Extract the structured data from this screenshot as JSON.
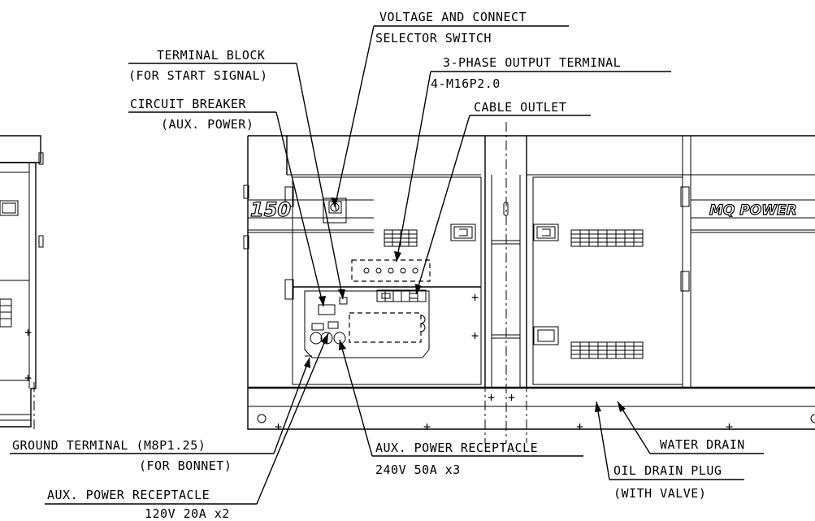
{
  "callouts": {
    "voltage_selector_line1": "VOLTAGE AND CONNECT",
    "voltage_selector_line2": "SELECTOR SWITCH",
    "terminal_block_line1": "TERMINAL BLOCK",
    "terminal_block_line2": "(FOR START SIGNAL)",
    "three_phase_line1": "3-PHASE OUTPUT TERMINAL",
    "three_phase_line2": "4-M16P2.0",
    "circuit_breaker_line1": "CIRCUIT BREAKER",
    "circuit_breaker_line2": "(AUX. POWER)",
    "cable_outlet": "CABLE OUTLET",
    "ground_terminal_line1": "GROUND TERMINAL (M8P1.25)",
    "ground_terminal_line2": "(FOR BONNET)",
    "aux_240_line1": "AUX. POWER RECEPTACLE",
    "aux_240_line2": "240V 50A x3",
    "water_drain": "WATER DRAIN",
    "oil_drain_line1": "OIL DRAIN PLUG",
    "oil_drain_line2": "(WITH VALVE)",
    "aux_120_line1": "AUX. POWER RECEPTACLE",
    "aux_120_line2": "120V 20A x2"
  },
  "decals": {
    "model_number": "150",
    "brand": "MQ POWER"
  },
  "icons": {
    "generator": "generator-enclosure-icon",
    "vent": "louver-vent-icon",
    "emblem": "mq-emblem-icon"
  }
}
